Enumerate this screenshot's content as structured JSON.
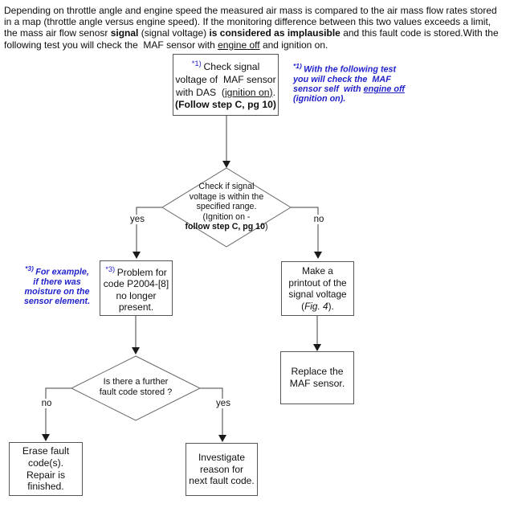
{
  "colors": {
    "annotation_blue": "#2222cc",
    "connector": "#404040",
    "box_border": "#555555"
  },
  "intro": {
    "lines": [
      [
        {
          "t": "Depending on throttle angle and engine speed the measured air mass is compared to the air mass flow rates stored"
        }
      ],
      [
        {
          "t": "in a map (throttle angle versus engine speed). If the monitoring difference between this two values exceeds a limit,"
        }
      ],
      [
        {
          "t": "the mass air flow senosr "
        },
        {
          "t": "signal",
          "b": true
        },
        {
          "t": " (signal voltage) "
        },
        {
          "t": "is considered as implausible",
          "b": true
        },
        {
          "t": " and this fault code is stored.With the"
        }
      ],
      [
        {
          "t": "following test you will check the  MAF sensor with "
        },
        {
          "t": "engine off",
          "u": true
        },
        {
          "t": " and ignition on."
        }
      ]
    ]
  },
  "notes": {
    "note1": {
      "lines": [
        [
          {
            "t": "*1) ",
            "sup": true
          },
          {
            "t": "With the following test"
          }
        ],
        [
          {
            "t": "you will check the  MAF"
          }
        ],
        [
          {
            "t": "sensor self  with "
          },
          {
            "t": "engine off",
            "u": true
          }
        ],
        [
          {
            "t": "(ignition on)."
          }
        ]
      ]
    },
    "note3": {
      "lines": [
        [
          {
            "t": "*3) ",
            "sup": true
          },
          {
            "t": "For example,"
          }
        ],
        [
          {
            "t": "if there was"
          }
        ],
        [
          {
            "t": "moisture on the"
          }
        ],
        [
          {
            "t": "sensor element."
          }
        ]
      ]
    }
  },
  "flowchart": {
    "top_box": {
      "lines": [
        [
          {
            "t": "*1) ",
            "sup": true,
            "c": "#2222cc"
          },
          {
            "t": "Check signal"
          }
        ],
        [
          {
            "t": "voltage of  MAF sensor"
          }
        ],
        [
          {
            "t": "with DAS  ("
          },
          {
            "t": "ignition on)",
            "u": true
          },
          {
            "t": "."
          }
        ],
        [
          {
            "t": "(Follow step C, pg 10)",
            "b": true
          }
        ]
      ]
    },
    "decision1": {
      "lines": [
        [
          {
            "t": "Check if signal"
          }
        ],
        [
          {
            "t": "voltage is within the"
          }
        ],
        [
          {
            "t": "specified range."
          }
        ],
        [
          {
            "t": "(Ignition on -"
          }
        ],
        [
          {
            "t": "follow step C, pg 10",
            "b": true
          },
          {
            "t": ")"
          }
        ]
      ]
    },
    "labels": {
      "yes1": "yes",
      "no1": "no",
      "no2": "no",
      "yes2": "yes"
    },
    "problem_box": {
      "lines": [
        [
          {
            "t": "*3) ",
            "sup": true,
            "c": "#2222cc"
          },
          {
            "t": "Problem for"
          }
        ],
        [
          {
            "t": "code P2004-[8]"
          }
        ],
        [
          {
            "t": "no longer"
          }
        ],
        [
          {
            "t": "present."
          }
        ]
      ]
    },
    "printout_box": {
      "lines": [
        [
          {
            "t": "Make a"
          }
        ],
        [
          {
            "t": "printout of the"
          }
        ],
        [
          {
            "t": "signal voltage"
          }
        ],
        [
          {
            "t": "("
          },
          {
            "t": "Fig. 4",
            "i": true
          },
          {
            "t": ")."
          }
        ]
      ]
    },
    "replace_box": {
      "lines": [
        [
          {
            "t": "Replace the"
          }
        ],
        [
          {
            "t": "MAF sensor."
          }
        ]
      ]
    },
    "decision2": {
      "lines": [
        [
          {
            "t": "Is there a further"
          }
        ],
        [
          {
            "t": "fault code stored ?"
          }
        ]
      ]
    },
    "erase_box": {
      "lines": [
        [
          {
            "t": "Erase fault"
          }
        ],
        [
          {
            "t": "code(s)."
          }
        ],
        [
          {
            "t": "Repair is"
          }
        ],
        [
          {
            "t": "finished."
          }
        ]
      ]
    },
    "investigate_box": {
      "lines": [
        [
          {
            "t": "Investigate"
          }
        ],
        [
          {
            "t": "reason for"
          }
        ],
        [
          {
            "t": "next fault code."
          }
        ]
      ]
    }
  }
}
